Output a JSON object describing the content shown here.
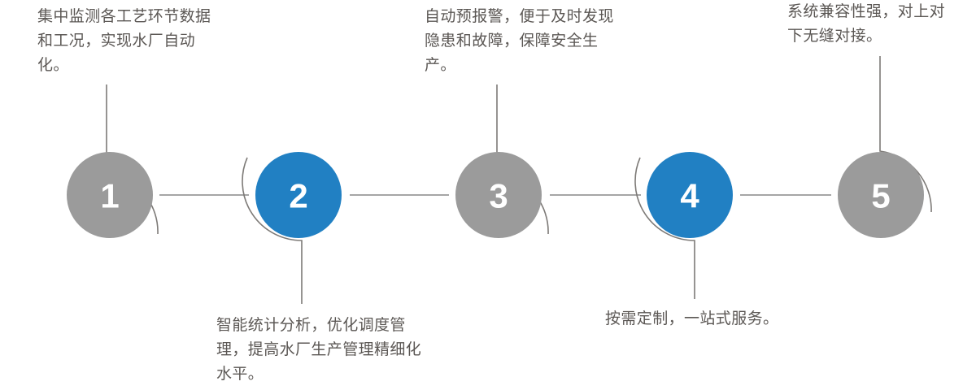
{
  "diagram": {
    "type": "numbered-process-timeline",
    "orientation": "horizontal",
    "step_count": 5,
    "colors": {
      "gray": "#9b9b9b",
      "blue": "#2180c3",
      "connector": "#a6a6a6",
      "leader": "#7d7a77",
      "text": "#5b5754",
      "number": "#ffffff",
      "background": "#ffffff"
    },
    "steps": [
      {
        "number": "1",
        "color_name": "gray",
        "fill": "#9b9b9b",
        "caption_position": "above",
        "caption": "集中监测各工艺环节数据和工况，实现水厂自动化。"
      },
      {
        "number": "2",
        "color_name": "blue",
        "fill": "#2180c3",
        "caption_position": "below",
        "caption": "智能统计分析，优化调度管理，提高水厂生产管理精细化水平。"
      },
      {
        "number": "3",
        "color_name": "gray",
        "fill": "#9b9b9b",
        "caption_position": "above",
        "caption": "自动预报警，便于及时发现隐患和故障，保障安全生产。"
      },
      {
        "number": "4",
        "color_name": "blue",
        "fill": "#2180c3",
        "caption_position": "below",
        "caption": "按需定制，一站式服务。"
      },
      {
        "number": "5",
        "color_name": "gray",
        "fill": "#9b9b9b",
        "caption_position": "above",
        "caption": "系统兼容性强，对上对下无缝对接。"
      }
    ]
  }
}
